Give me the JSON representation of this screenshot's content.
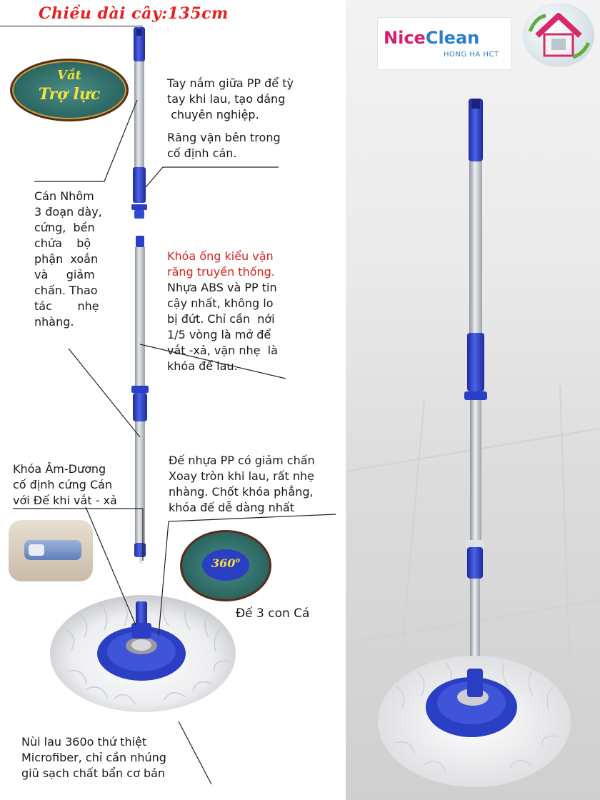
{
  "title": "Chiều dài cây:135cm",
  "badge_top": {
    "line1": "Vắt",
    "line2": "Trợ lực"
  },
  "badge_bottom": {
    "label": "360",
    "degree": "o"
  },
  "callouts": {
    "handle": [
      "Tay nắm giữa PP để tỳ",
      "tay khi lau, tạo dáng",
      " chuyên nghiệp."
    ],
    "thread": [
      "Răng vặn bên trong",
      "cố định cán."
    ],
    "aluminum": [
      "Cán Nhôm",
      "3 đoạn dày,",
      "cứng,  bền",
      "chứa    bộ",
      "phận  xoắn",
      "và     giảm",
      "chấn. Thao",
      "tác       nhẹ",
      "nhàng."
    ],
    "lock_title": [
      "Khóa ống kiểu vặn",
      "răng truyền thống."
    ],
    "lock_body": [
      "Nhựa ABS và PP tin",
      "cậy nhất, không lo",
      "bị đứt. Chỉ cần  nới",
      "1/5 vòng là mở để",
      "vắt -xả, vặn nhẹ  là",
      "khóa để lau."
    ],
    "yinyang": [
      "Khóa Âm-Dương",
      "cố định cứng Cán",
      "với Đế khi vắt - xả"
    ],
    "base": [
      "Đế nhựa PP có giảm chấn",
      "Xoay tròn khi lau, rất nhẹ",
      "nhàng. Chốt khóa phẳng,",
      "khóa đế dễ dàng nhất"
    ],
    "fish": "Đế 3 con Cá",
    "head": [
      "Nùi lau 360o thứ thiệt",
      "Microfiber, chỉ cần nhúng",
      "giũ sạch chất bẩn cơ bản"
    ]
  },
  "logo": {
    "nice": "Nice",
    "clean": "Clean",
    "sub": "HONG HA HCT"
  },
  "colors": {
    "accent_red": "#e8201e",
    "mop_blue": "#2b3fc4",
    "aluminum": "#b9bec4",
    "badge_green": "#2f6b66",
    "badge_text": "#f5e13a"
  },
  "icons": [
    "house-icon"
  ]
}
